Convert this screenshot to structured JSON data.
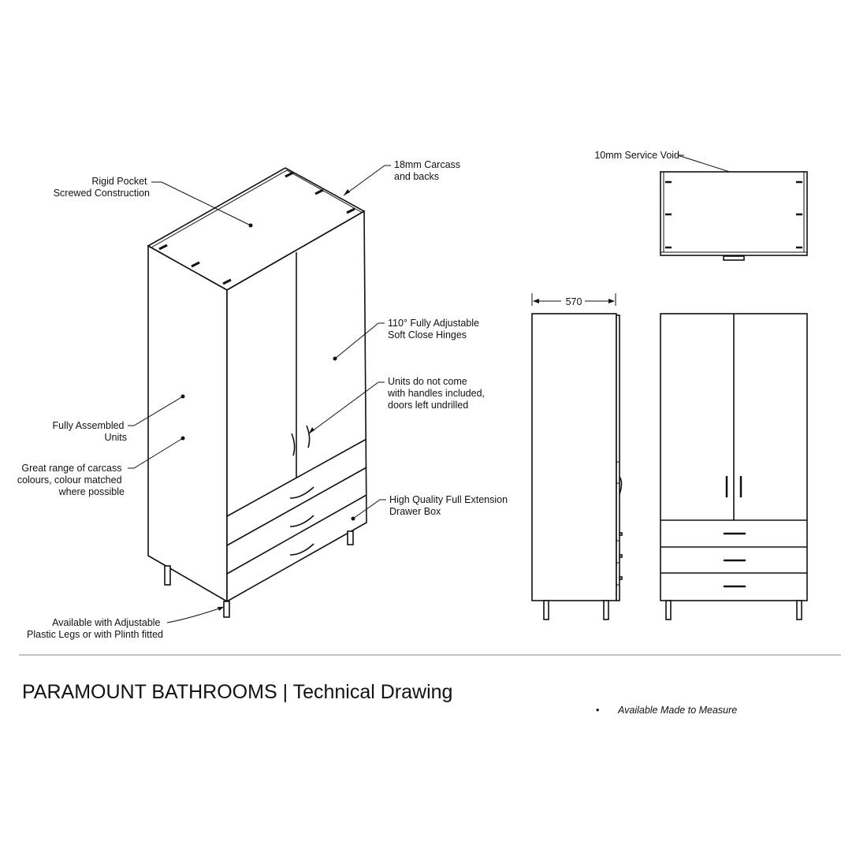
{
  "annotations": {
    "rigid_pocket": [
      "Rigid Pocket",
      "Screwed Construction"
    ],
    "carcass": [
      "18mm Carcass",
      "and backs"
    ],
    "hinges": [
      "110° Fully Adjustable",
      "Soft Close Hinges"
    ],
    "handles": [
      "Units do not come",
      "with handles included,",
      "doors left undrilled"
    ],
    "assembled": [
      "Fully Assembled",
      "Units"
    ],
    "colours": [
      "Great range of carcass",
      "colours, colour matched",
      "where possible"
    ],
    "drawer": [
      "High Quality Full Extension",
      "Drawer Box"
    ],
    "legs": [
      "Available with Adjustable",
      "Plastic Legs or with Plinth fitted"
    ],
    "service_void": "10mm Service Void",
    "width_dimension": "570"
  },
  "footer": {
    "title": "PARAMOUNT BATHROOMS | Technical Drawing",
    "bullet": "•",
    "note": "Available Made to Measure"
  }
}
